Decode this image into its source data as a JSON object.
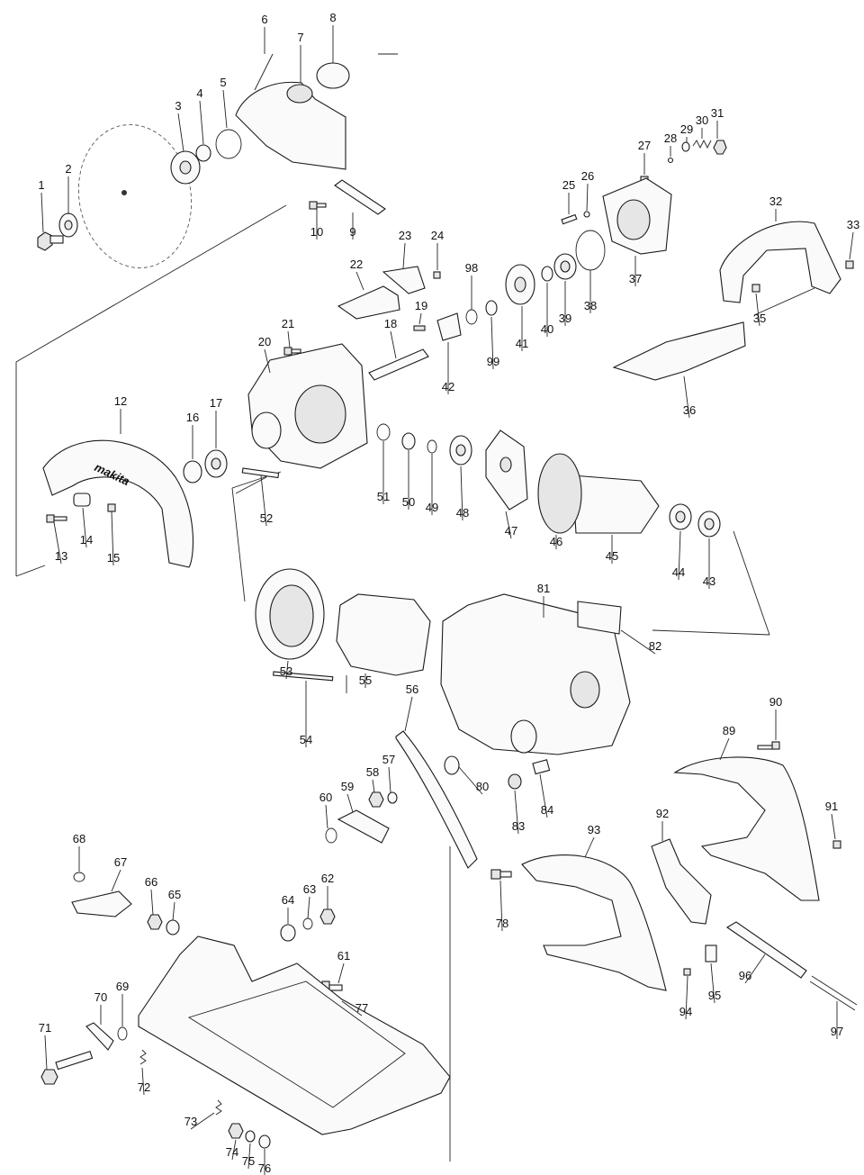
{
  "labels": [
    "1",
    "2",
    "3",
    "4",
    "5",
    "6",
    "7",
    "8",
    "9",
    "10",
    "12",
    "13",
    "14",
    "15",
    "16",
    "17",
    "18",
    "19",
    "20",
    "21",
    "22",
    "23",
    "24",
    "25",
    "26",
    "27",
    "28",
    "29",
    "30",
    "31",
    "32",
    "33",
    "35",
    "36",
    "37",
    "38",
    "39",
    "40",
    "41",
    "42",
    "43",
    "44",
    "45",
    "46",
    "47",
    "48",
    "49",
    "50",
    "51",
    "52",
    "53",
    "54",
    "55",
    "56",
    "57",
    "58",
    "59",
    "60",
    "61",
    "62",
    "63",
    "64",
    "65",
    "66",
    "67",
    "68",
    "69",
    "70",
    "71",
    "72",
    "73",
    "74",
    "75",
    "76",
    "77",
    "78",
    "80",
    "81",
    "82",
    "83",
    "84",
    "89",
    "90",
    "91",
    "92",
    "93",
    "94",
    "95",
    "96",
    "97",
    "98",
    "99"
  ],
  "brand_mark": "makita"
}
